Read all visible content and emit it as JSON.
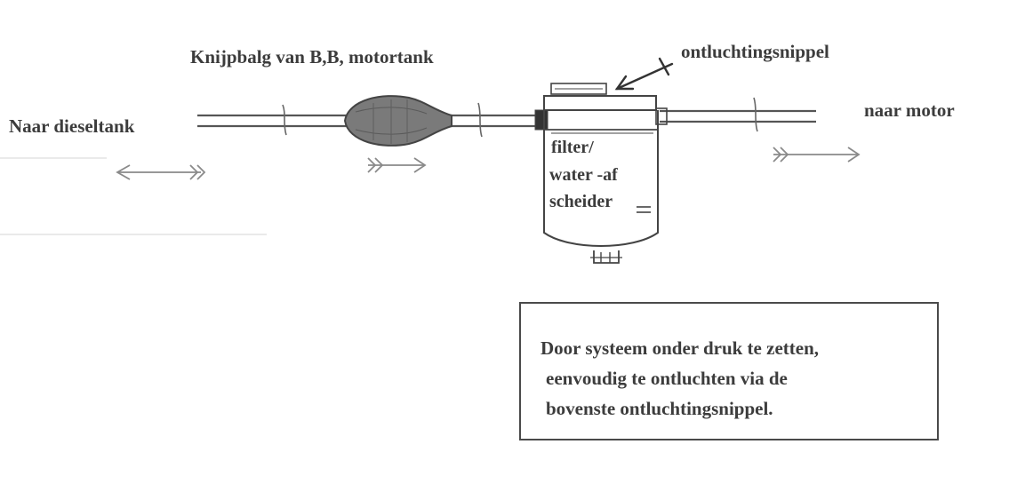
{
  "labels": {
    "bulb": "Knijpbalg van B,B, motortank",
    "nipple": "ontluchtingsnippel",
    "left_end": "Naar dieseltank",
    "right_end": "naar motor"
  },
  "filter": {
    "line1": "filter/",
    "line2": "water -af",
    "line3": "scheider"
  },
  "note": {
    "line1": "Door systeem onder druk te zetten,",
    "line2": "eenvoudig te ontluchten via de",
    "line3": "bovenste ontluchtingsnippel."
  },
  "colors": {
    "ink": "#3c3c3c",
    "bulb_fill": "#7a7a7a"
  }
}
